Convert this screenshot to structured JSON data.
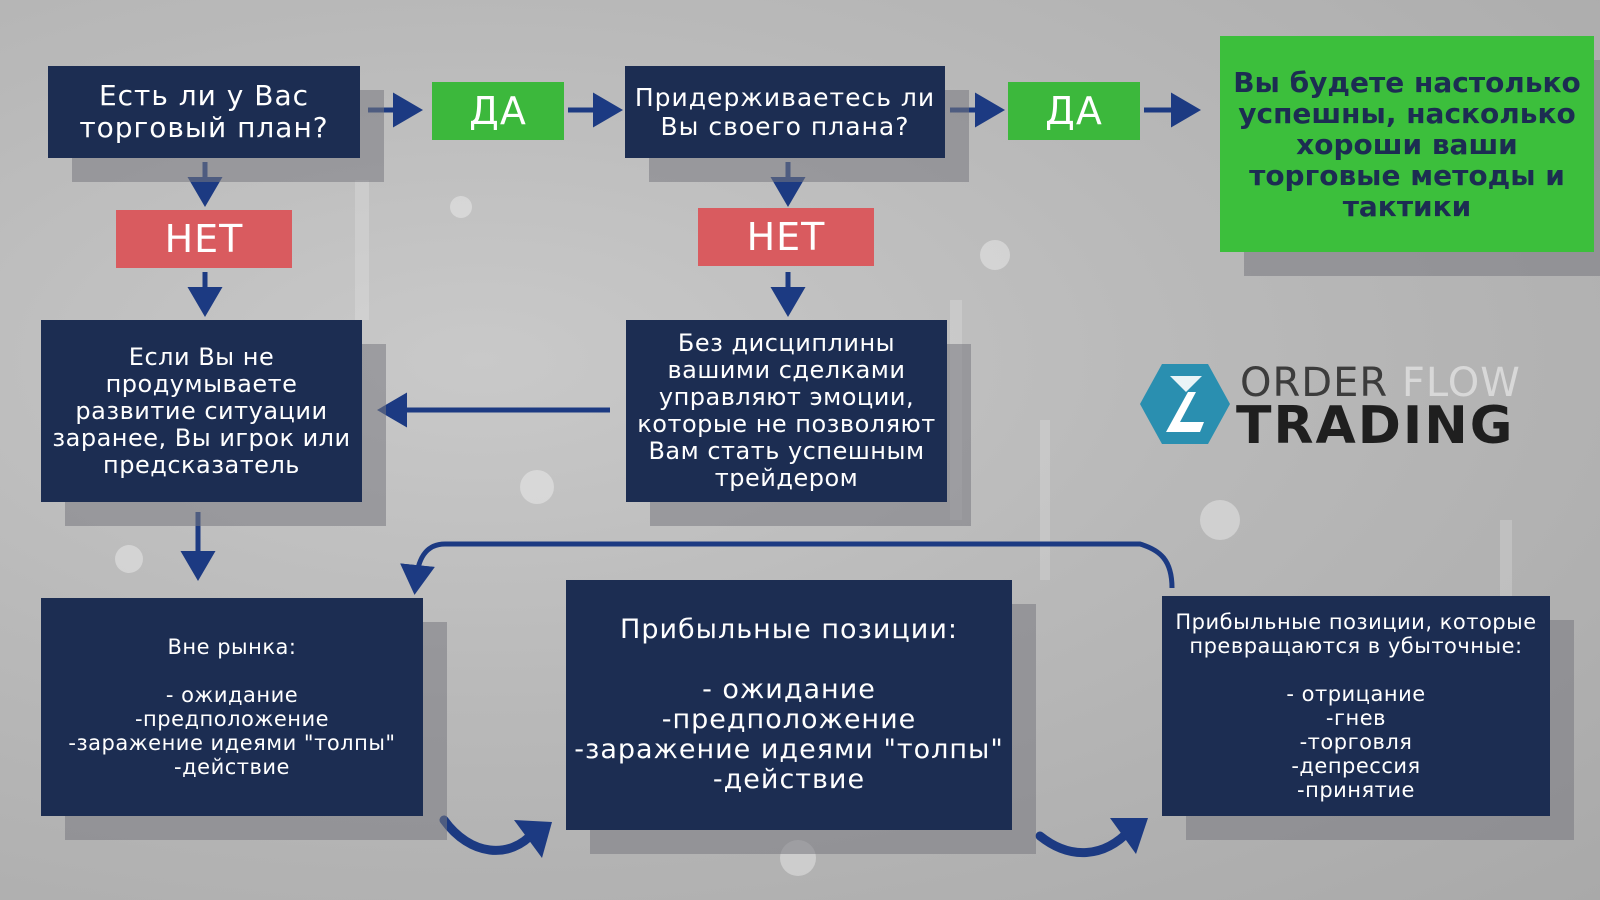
{
  "q1": "Есть ли у Вас\nторговый план?",
  "q2": "Придерживаетесь ли\nВы своего плана?",
  "yes1": "ДА",
  "yes2": "ДА",
  "no1": "НЕТ",
  "no2": "НЕТ",
  "result": "Вы будете настолько\nуспешны, насколько\nхороши ваши\nторговые методы и\nтактики",
  "gambler": "Если Вы не\nпродумываете\nразвитие ситуации\nзаранее, Вы игрок или\nпредсказатель",
  "discipline": "Без дисциплины\nвашими сделками\nуправляют эмоции,\nкоторые не позволяют\nВам стать успешным\nтрейдером",
  "out_of_market": {
    "title": "Вне рынка:",
    "items": "- ожидание\n-предположение\n-заражение идеями \"толпы\"\n-действие"
  },
  "profitable": {
    "title": "Прибыльные позиции:",
    "items": "- ожидание\n-предположение\n-заражение идеями \"толпы\"\n-действие"
  },
  "losing": {
    "title": "Прибыльные позиции, которые\nпревращаются в убыточные:",
    "items": "- отрицание\n-гнев\n-торговля\n-депрессия\n-принятие"
  },
  "logo": {
    "order": "ORDER",
    "flow": "FLOW",
    "trading": "TRADING"
  },
  "colors": {
    "box": "#1c2d52",
    "yes": "#3cb83c",
    "no": "#d95b5f",
    "result": "#3cbf3c",
    "arrow": "#1c3a82",
    "logo_accent": "#2a8fb0"
  }
}
